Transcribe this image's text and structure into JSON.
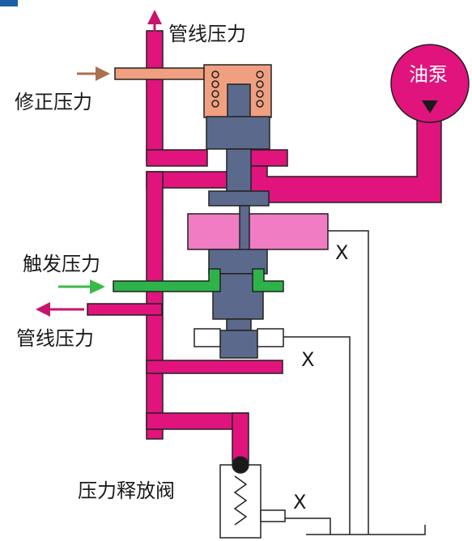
{
  "labels": {
    "line_pressure_top": "管线压力",
    "modified_pressure": "修正压力",
    "trigger_pressure": "触发压力",
    "line_pressure_bottom": "管线压力",
    "relief_valve": "压力释放阀",
    "pump": "油泵",
    "exhaust_1": "X",
    "exhaust_2": "X",
    "exhaust_3": "X"
  },
  "colors": {
    "oil_line": "#e0147c",
    "modified_line": "#f0a080",
    "trigger_line": "#2db34a",
    "spool": "#5b6a8c",
    "valve_land": "#f07cc4",
    "arrow_brown": "#a87050",
    "arrow_green": "#3cb84a",
    "arrow_magenta": "#c8146a",
    "outline": "#222222"
  }
}
